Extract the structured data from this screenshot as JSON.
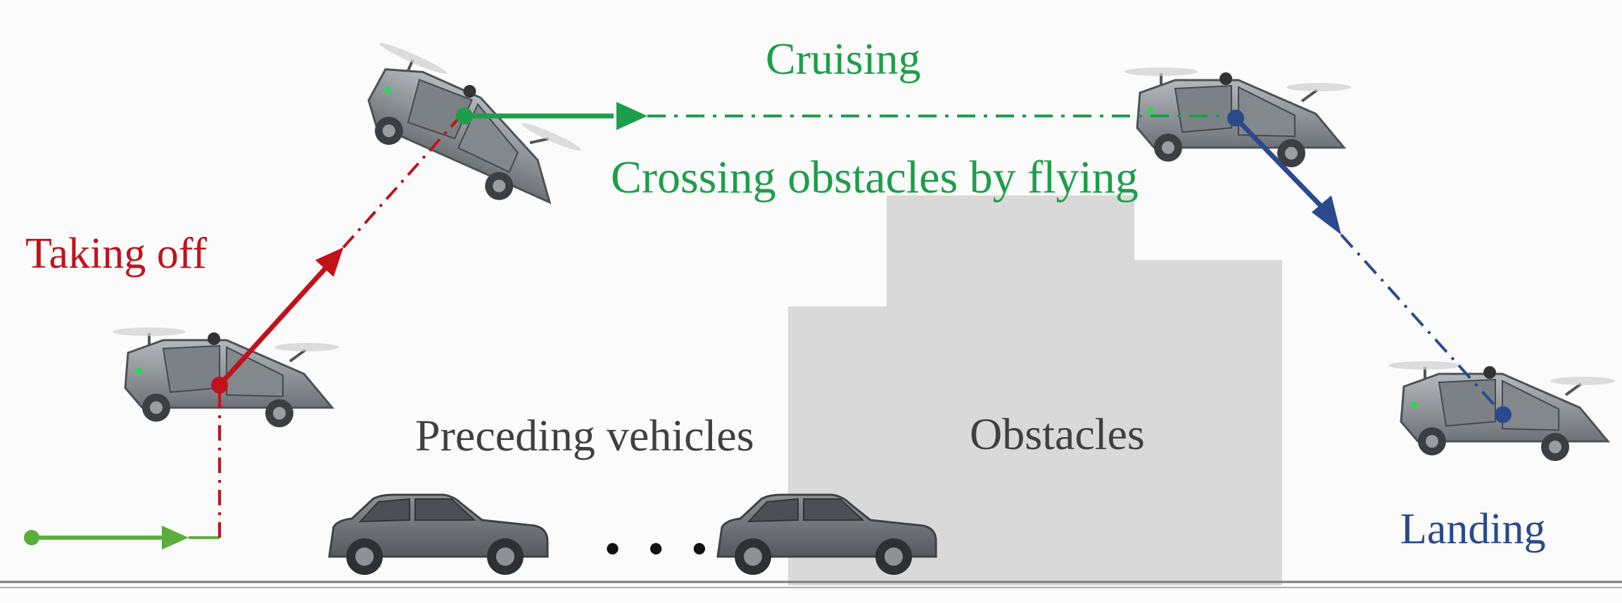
{
  "labels": {
    "cruising": "Cruising",
    "crossing": "Crossing obstacles by flying",
    "taking_off": "Taking off",
    "preceding_vehicles": "Preceding vehicles",
    "obstacles": "Obstacles",
    "landing": "Landing",
    "ellipsis": "• • •"
  },
  "colors": {
    "cruise_green": "#1e9e4a",
    "ground_green": "#5aae3c",
    "takeoff_red": "#c1121c",
    "landing_blue": "#2b4a8e",
    "obstacle_gray": "#d9d9d9",
    "vehicle_body": "#8a8f94",
    "ground_line": "#777777"
  },
  "icons": {
    "flying_car": "flying-car-icon",
    "ground_car": "car-icon",
    "phase_marker": "dot-icon",
    "direction_arrow": "arrowhead-icon"
  }
}
